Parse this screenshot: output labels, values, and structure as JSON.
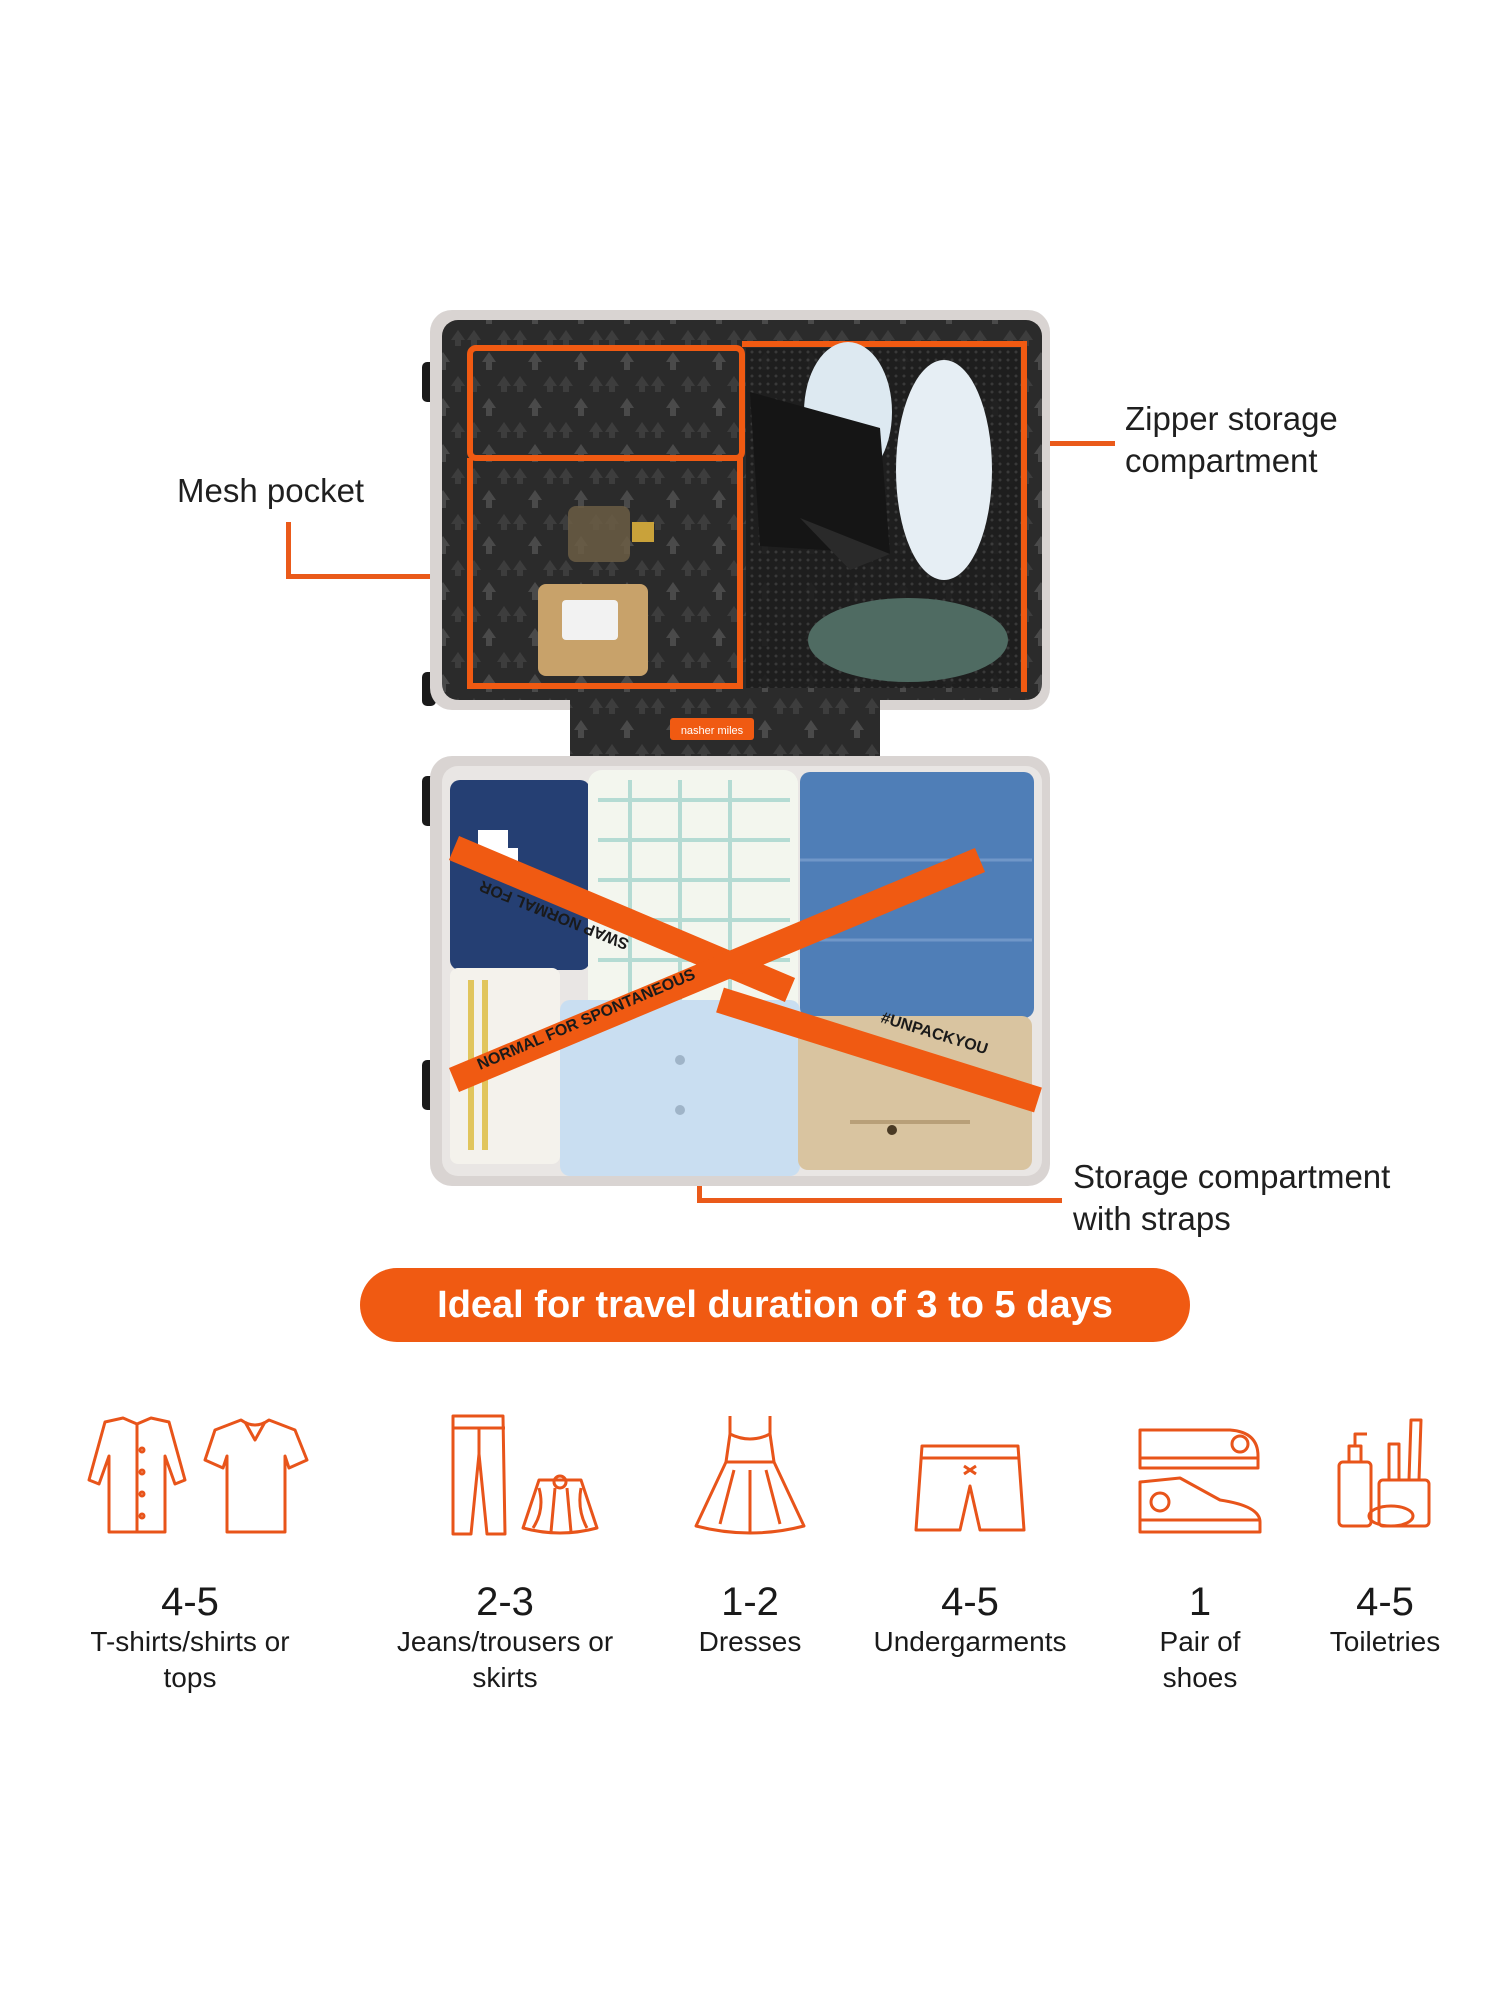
{
  "callouts": {
    "mesh_pocket": "Mesh pocket",
    "zipper_storage_line1": "Zipper storage",
    "zipper_storage_line2": "compartment",
    "straps_line1": "Storage compartment",
    "straps_line2": "with straps"
  },
  "banner": "Ideal for travel duration of 3 to 5 days",
  "items": [
    {
      "qty": "4-5",
      "label_line1": "T-shirts/shirts or",
      "label_line2": "tops",
      "icon": "shirt-and-tshirt-icon"
    },
    {
      "qty": "2-3",
      "label_line1": "Jeans/trousers or",
      "label_line2": "skirts",
      "icon": "trousers-and-skirt-icon"
    },
    {
      "qty": "1-2",
      "label_line1": "Dresses",
      "label_line2": "",
      "icon": "dress-icon"
    },
    {
      "qty": "4-5",
      "label_line1": "Undergarments",
      "label_line2": "",
      "icon": "shorts-icon"
    },
    {
      "qty": "1",
      "label_line1": "Pair of",
      "label_line2": "shoes",
      "icon": "sneakers-icon"
    },
    {
      "qty": "4-5",
      "label_line1": "Toiletries",
      "label_line2": "",
      "icon": "toiletries-icon"
    }
  ],
  "strap_text": {
    "a": "NORMAL FOR SPONTANEOUS",
    "b": "#UNPACKYOU",
    "c": "SWAP NORMAL FOR",
    "logo": "nasher miles"
  },
  "colors": {
    "accent": "#f05a12",
    "lining": "#2b2b2b",
    "shell": "#d9d4d2"
  }
}
